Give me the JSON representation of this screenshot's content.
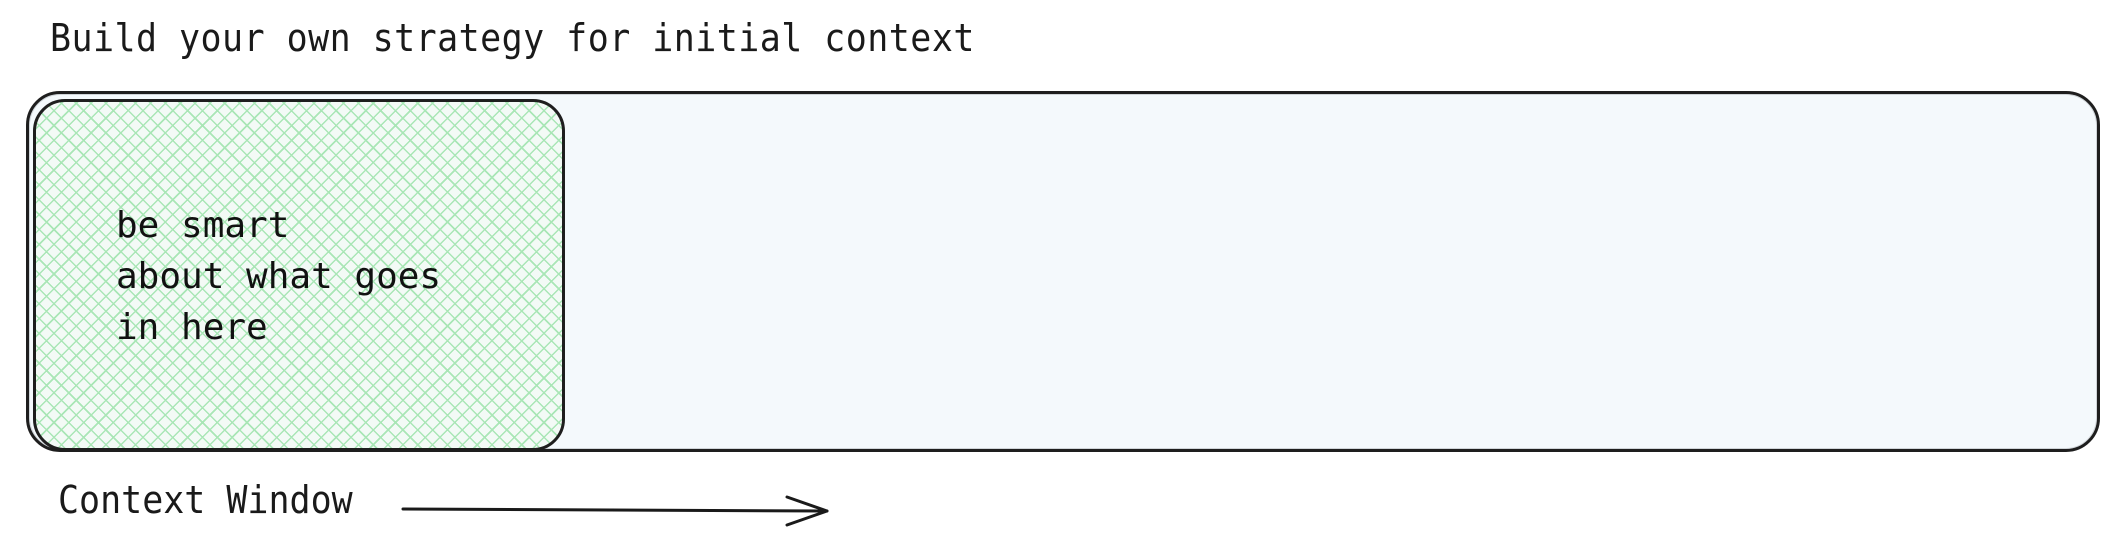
{
  "diagram": {
    "title": "Build your own strategy for initial context",
    "context_window": {
      "label": "Context Window",
      "fill_color": "#f4f9fc",
      "border_color": "#1e1e1e"
    },
    "initial_context": {
      "lines": [
        "be smart",
        "about what goes",
        "in here"
      ],
      "fill_pattern": "cross-hatch",
      "hatch_color": "#a9e6b6"
    },
    "arrow": {
      "direction": "right",
      "icon": "arrow-right-icon"
    }
  }
}
